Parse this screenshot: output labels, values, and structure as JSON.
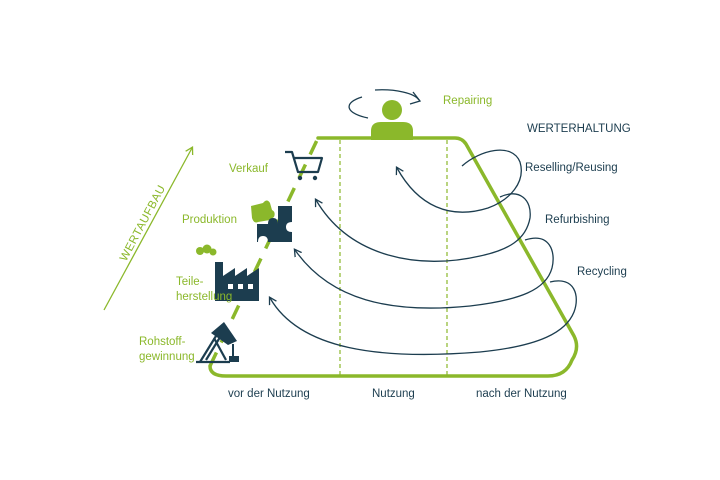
{
  "colors": {
    "green": "#8bb82b",
    "navy": "#1c3d4f",
    "background": "#ffffff"
  },
  "axis_label": "WERTAUFBAU",
  "right_header": "WERTERHALTUNG",
  "stages": {
    "verkauf": "Verkauf",
    "produktion": "Produktion",
    "teileherstellung": [
      "Teile-",
      "herstellung"
    ],
    "rohstoffgewinnung": [
      "Rohstoff-",
      "gewinnung"
    ]
  },
  "loops": {
    "repairing": "Repairing",
    "reselling": "Reselling/Reusing",
    "refurbishing": "Refurbishing",
    "recycling": "Recycling"
  },
  "phases": {
    "before": "vor der Nutzung",
    "during": "Nutzung",
    "after": "nach der Nutzung"
  },
  "icons": [
    "shopping-cart-icon",
    "puzzle-icon",
    "factory-icon",
    "oil-pump-icon",
    "person-icon"
  ]
}
